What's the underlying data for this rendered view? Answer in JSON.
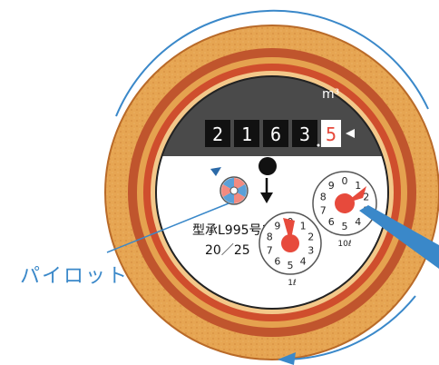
{
  "meter": {
    "unit": "m³",
    "odometer_digits": [
      "2",
      "1",
      "6",
      "3"
    ],
    "odometer_decimal_digit": "5",
    "model_line": "型承L995号12",
    "rating_line": "20／25"
  },
  "small_dial": {
    "numbers": [
      "0",
      "1",
      "2",
      "3",
      "4",
      "5",
      "6",
      "7",
      "8",
      "9"
    ],
    "caption": "1ℓ"
  },
  "large_dial": {
    "numbers": [
      "0",
      "1",
      "2",
      "3",
      "4",
      "5",
      "6",
      "7",
      "8",
      "9"
    ],
    "caption": "10ℓ"
  },
  "annotation": {
    "pilot_label": "パイロット"
  },
  "colors": {
    "outer_ring": "#e3a253",
    "ring_dark": "#c9502b",
    "meter_body": "#3a3a3a",
    "dial_face": "#ffffff",
    "pointer_red": "#e74a3c",
    "annotation_blue": "#3a88c9"
  }
}
